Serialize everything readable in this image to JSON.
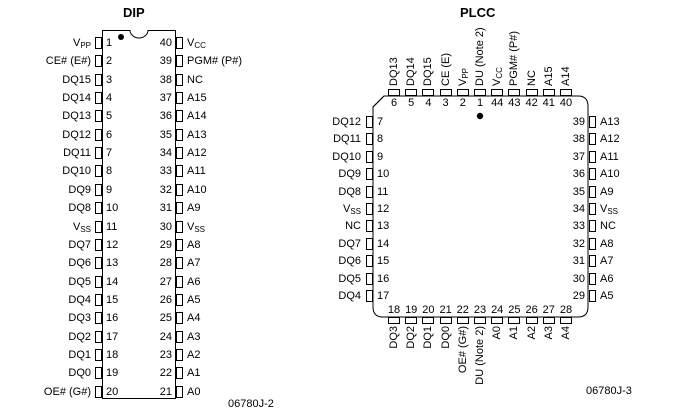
{
  "dip": {
    "title": "DIP",
    "figure_id": "06780J-2",
    "left_pins": [
      {
        "num": "1",
        "name": "V",
        "sub": "PP"
      },
      {
        "num": "2",
        "name": "CE# (E#)",
        "sub": ""
      },
      {
        "num": "3",
        "name": "DQ15",
        "sub": ""
      },
      {
        "num": "4",
        "name": "DQ14",
        "sub": ""
      },
      {
        "num": "5",
        "name": "DQ13",
        "sub": ""
      },
      {
        "num": "6",
        "name": "DQ12",
        "sub": ""
      },
      {
        "num": "7",
        "name": "DQ11",
        "sub": ""
      },
      {
        "num": "8",
        "name": "DQ10",
        "sub": ""
      },
      {
        "num": "9",
        "name": "DQ9",
        "sub": ""
      },
      {
        "num": "10",
        "name": "DQ8",
        "sub": ""
      },
      {
        "num": "11",
        "name": "V",
        "sub": "SS"
      },
      {
        "num": "12",
        "name": "DQ7",
        "sub": ""
      },
      {
        "num": "13",
        "name": "DQ6",
        "sub": ""
      },
      {
        "num": "14",
        "name": "DQ5",
        "sub": ""
      },
      {
        "num": "15",
        "name": "DQ4",
        "sub": ""
      },
      {
        "num": "16",
        "name": "DQ3",
        "sub": ""
      },
      {
        "num": "17",
        "name": "DQ2",
        "sub": ""
      },
      {
        "num": "18",
        "name": "DQ1",
        "sub": ""
      },
      {
        "num": "19",
        "name": "DQ0",
        "sub": ""
      },
      {
        "num": "20",
        "name": "OE# (G#)",
        "sub": ""
      }
    ],
    "right_pins": [
      {
        "num": "40",
        "name": "V",
        "sub": "CC"
      },
      {
        "num": "39",
        "name": "PGM# (P#)",
        "sub": ""
      },
      {
        "num": "38",
        "name": "NC",
        "sub": ""
      },
      {
        "num": "37",
        "name": "A15",
        "sub": ""
      },
      {
        "num": "36",
        "name": "A14",
        "sub": ""
      },
      {
        "num": "35",
        "name": "A13",
        "sub": ""
      },
      {
        "num": "34",
        "name": "A12",
        "sub": ""
      },
      {
        "num": "33",
        "name": "A11",
        "sub": ""
      },
      {
        "num": "32",
        "name": "A10",
        "sub": ""
      },
      {
        "num": "31",
        "name": "A9",
        "sub": ""
      },
      {
        "num": "30",
        "name": "V",
        "sub": "SS"
      },
      {
        "num": "29",
        "name": "A8",
        "sub": ""
      },
      {
        "num": "28",
        "name": "A7",
        "sub": ""
      },
      {
        "num": "27",
        "name": "A6",
        "sub": ""
      },
      {
        "num": "26",
        "name": "A5",
        "sub": ""
      },
      {
        "num": "25",
        "name": "A4",
        "sub": ""
      },
      {
        "num": "24",
        "name": "A3",
        "sub": ""
      },
      {
        "num": "23",
        "name": "A2",
        "sub": ""
      },
      {
        "num": "22",
        "name": "A1",
        "sub": ""
      },
      {
        "num": "21",
        "name": "A0",
        "sub": ""
      }
    ]
  },
  "plcc": {
    "title": "PLCC",
    "figure_id": "06780J-3",
    "top_pins": [
      {
        "num": "6",
        "name": "DQ13",
        "sub": ""
      },
      {
        "num": "5",
        "name": "DQ14",
        "sub": ""
      },
      {
        "num": "4",
        "name": "DQ15",
        "sub": ""
      },
      {
        "num": "3",
        "name": "CE (E)",
        "sub": ""
      },
      {
        "num": "2",
        "name": "V",
        "sub": "PP"
      },
      {
        "num": "1",
        "name": "DU (Note 2)",
        "sub": ""
      },
      {
        "num": "44",
        "name": "V",
        "sub": "CC"
      },
      {
        "num": "43",
        "name": "PGM# (P#)",
        "sub": ""
      },
      {
        "num": "42",
        "name": "NC",
        "sub": ""
      },
      {
        "num": "41",
        "name": "A15",
        "sub": ""
      },
      {
        "num": "40",
        "name": "A14",
        "sub": ""
      }
    ],
    "left_pins": [
      {
        "num": "7",
        "name": "DQ12",
        "sub": ""
      },
      {
        "num": "8",
        "name": "DQ11",
        "sub": ""
      },
      {
        "num": "9",
        "name": "DQ10",
        "sub": ""
      },
      {
        "num": "10",
        "name": "DQ9",
        "sub": ""
      },
      {
        "num": "11",
        "name": "DQ8",
        "sub": ""
      },
      {
        "num": "12",
        "name": "V",
        "sub": "SS"
      },
      {
        "num": "13",
        "name": "NC",
        "sub": ""
      },
      {
        "num": "14",
        "name": "DQ7",
        "sub": ""
      },
      {
        "num": "15",
        "name": "DQ6",
        "sub": ""
      },
      {
        "num": "16",
        "name": "DQ5",
        "sub": ""
      },
      {
        "num": "17",
        "name": "DQ4",
        "sub": ""
      }
    ],
    "right_pins": [
      {
        "num": "39",
        "name": "A13",
        "sub": ""
      },
      {
        "num": "38",
        "name": "A12",
        "sub": ""
      },
      {
        "num": "37",
        "name": "A11",
        "sub": ""
      },
      {
        "num": "36",
        "name": "A10",
        "sub": ""
      },
      {
        "num": "35",
        "name": "A9",
        "sub": ""
      },
      {
        "num": "34",
        "name": "V",
        "sub": "SS"
      },
      {
        "num": "33",
        "name": "NC",
        "sub": ""
      },
      {
        "num": "32",
        "name": "A8",
        "sub": ""
      },
      {
        "num": "31",
        "name": "A7",
        "sub": ""
      },
      {
        "num": "30",
        "name": "A6",
        "sub": ""
      },
      {
        "num": "29",
        "name": "A5",
        "sub": ""
      }
    ],
    "bottom_pins": [
      {
        "num": "18",
        "name": "DQ3",
        "sub": ""
      },
      {
        "num": "19",
        "name": "DQ2",
        "sub": ""
      },
      {
        "num": "20",
        "name": "DQ1",
        "sub": ""
      },
      {
        "num": "21",
        "name": "DQ0",
        "sub": ""
      },
      {
        "num": "22",
        "name": "OE# (G#)",
        "sub": ""
      },
      {
        "num": "23",
        "name": "DU (Note 2)",
        "sub": ""
      },
      {
        "num": "24",
        "name": "A0",
        "sub": ""
      },
      {
        "num": "25",
        "name": "A1",
        "sub": ""
      },
      {
        "num": "26",
        "name": "A2",
        "sub": ""
      },
      {
        "num": "27",
        "name": "A3",
        "sub": ""
      },
      {
        "num": "28",
        "name": "A4",
        "sub": ""
      }
    ]
  }
}
